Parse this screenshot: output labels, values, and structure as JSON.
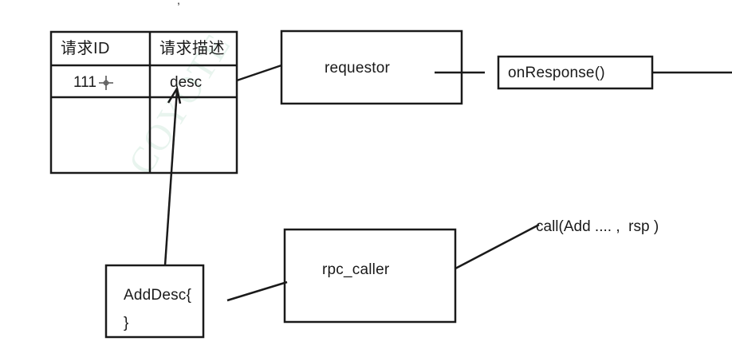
{
  "diagram": {
    "type": "flow-diagram",
    "background_color": "#ffffff",
    "stroke_color": "#1a1a1a",
    "text_color": "#1a1a1a",
    "watermark_text": "COYOTE",
    "watermark_color": "#e8f4ee",
    "cursor_icon": "crosshair-cursor",
    "top_fragment": ",",
    "table": {
      "name": "request-table",
      "columns": [
        {
          "header": "请求ID"
        },
        {
          "header": "请求描述"
        }
      ],
      "rows": [
        {
          "cells": [
            "111",
            "desc"
          ]
        },
        {
          "cells": [
            "",
            ""
          ]
        }
      ]
    },
    "nodes": [
      {
        "id": "requestor",
        "label": "requestor"
      },
      {
        "id": "on_response",
        "label": "onResponse()"
      },
      {
        "id": "rpc_caller",
        "label": "rpc_caller"
      },
      {
        "id": "add_desc",
        "label_line1": "AddDesc{",
        "label_line2": "}"
      }
    ],
    "edge_labels": [
      {
        "id": "call_label",
        "text": "call(Add .... ,  rsp )"
      }
    ]
  }
}
